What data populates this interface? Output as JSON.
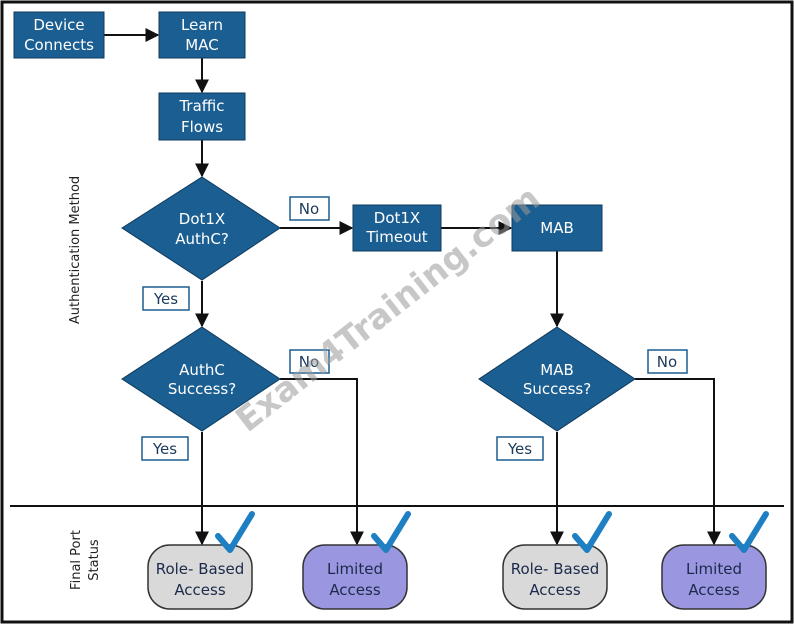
{
  "side_labels": {
    "authentication_method": "Authentication Method",
    "final_port_status_line1": "Final Port",
    "final_port_status_line2": "Status"
  },
  "nodes": {
    "device_connects": [
      "Device",
      "Connects"
    ],
    "learn_mac": [
      "Learn",
      "MAC"
    ],
    "traffic_flows": [
      "Traffic",
      "Flows"
    ],
    "dot1x_authc": [
      "Dot1X",
      "AuthC?"
    ],
    "dot1x_timeout": [
      "Dot1X",
      "Timeout"
    ],
    "mab": "MAB",
    "authc_success": [
      "AuthC",
      "Success?"
    ],
    "mab_success": [
      "MAB",
      "Success?"
    ]
  },
  "edge_labels": {
    "dot1x_no": "No",
    "dot1x_yes": "Yes",
    "authc_no": "No",
    "authc_yes": "Yes",
    "mab_no": "No",
    "mab_yes": "Yes"
  },
  "outcomes": {
    "role_based_1": [
      "Role- Based",
      "Access"
    ],
    "limited_1": [
      "Limited",
      "Access"
    ],
    "role_based_2": [
      "Role- Based",
      "Access"
    ],
    "limited_2": [
      "Limited",
      "Access"
    ]
  },
  "watermark": "Exam4Training.com",
  "colors": {
    "node_fill": "#1b5e92",
    "check": "#1e7fc2",
    "role_based_fill": "#d9d9d9",
    "limited_fill": "#9b96e0"
  }
}
